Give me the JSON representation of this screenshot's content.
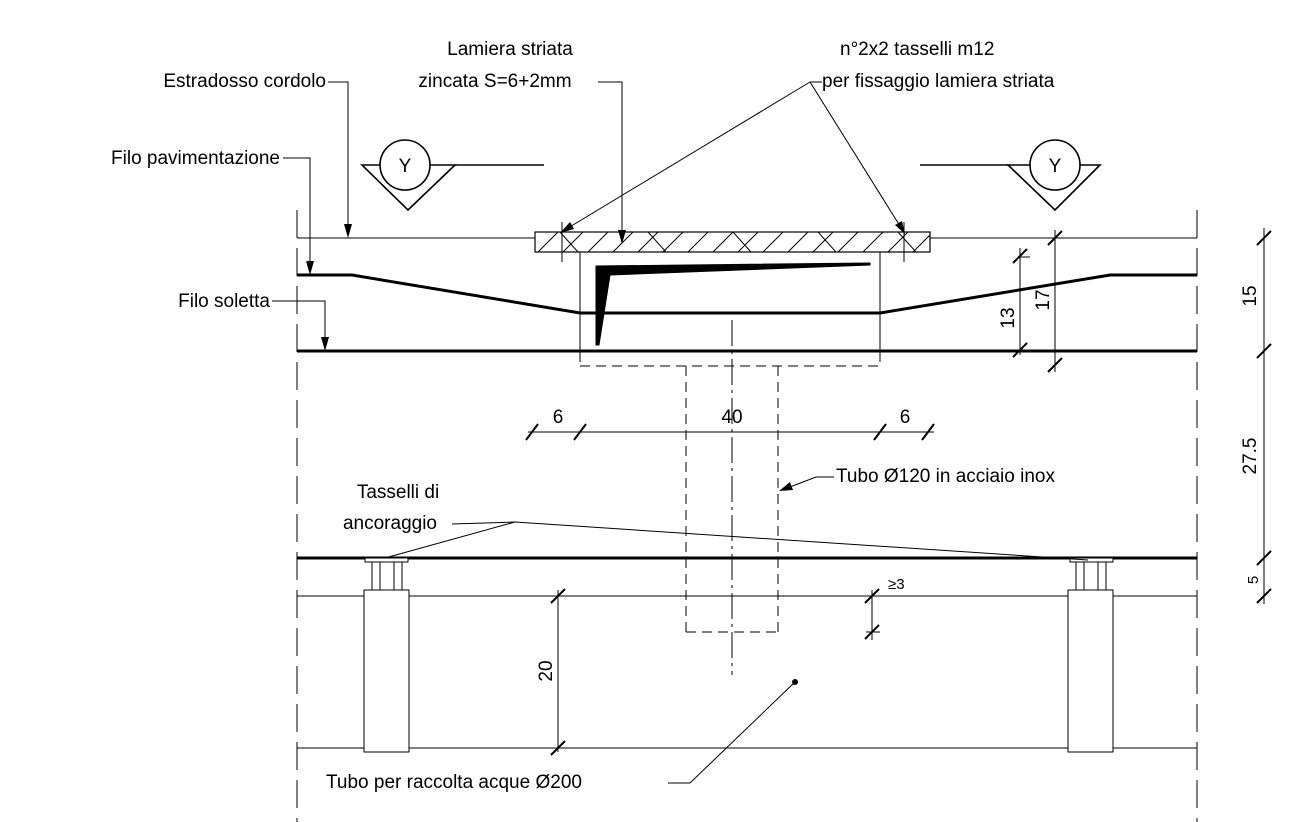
{
  "labels": {
    "estradosso_cordolo": "Estradosso cordolo",
    "filo_pavimentazione": "Filo pavimentazione",
    "filo_soletta": "Filo soletta",
    "lamiera_line1": "Lamiera striata",
    "lamiera_line2": "zincata S=6+2mm",
    "tasselli_m12_line1": "n°2x2 tasselli m12",
    "tasselli_m12_line2": "per fissaggio lamiera striata",
    "tubo_inox": "Tubo Ø120 in acciaio inox",
    "tasselli_ancoraggio_line1": "Tasselli di",
    "tasselli_ancoraggio_line2": "ancoraggio",
    "tubo_raccolta": "Tubo per raccolta acque Ø200",
    "section_mark_left": "Y",
    "section_mark_right": "Y"
  },
  "dimensions": {
    "d13": "13",
    "d17": "17",
    "d15": "15",
    "d27_5": "27.5",
    "d5": "5",
    "d6_left": "6",
    "d40": "40",
    "d6_right": "6",
    "d20": "20",
    "d_ge3": "≥3"
  },
  "colors": {
    "line": "#000000",
    "background": "#ffffff"
  }
}
